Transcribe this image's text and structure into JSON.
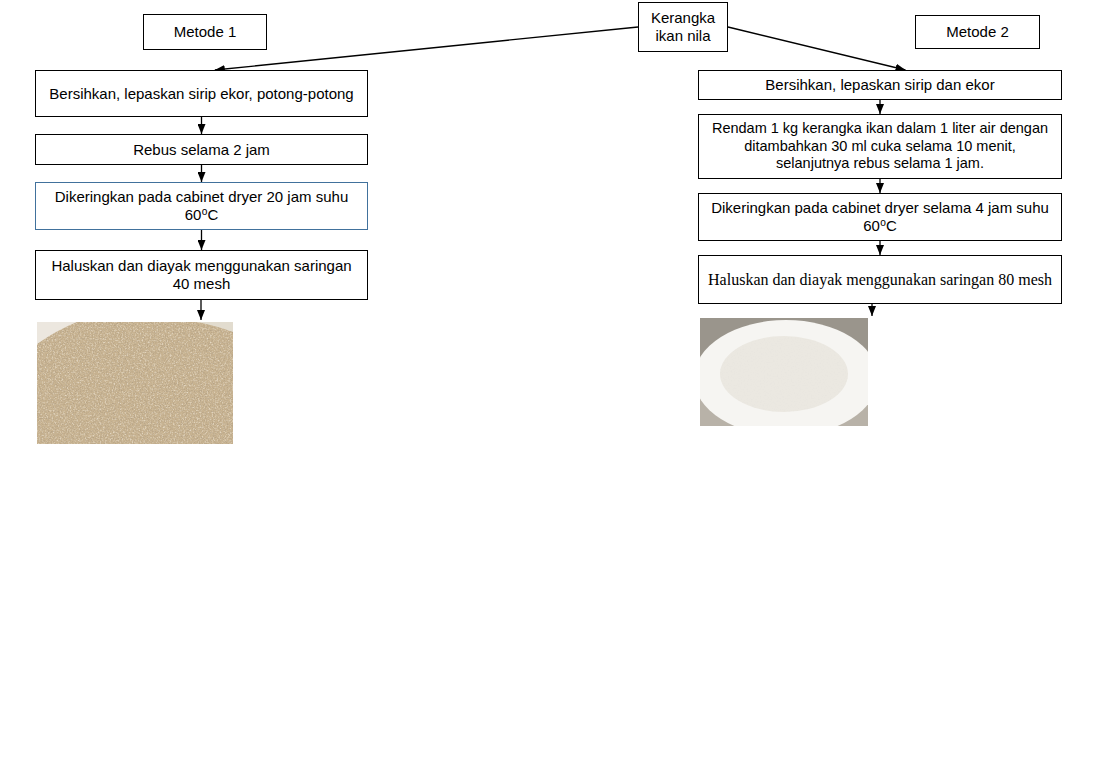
{
  "diagram": {
    "nodes": [
      {
        "text": [
          "Metode 1"
        ]
      },
      {
        "text": [
          "Kerangka ikan nila"
        ]
      },
      {
        "text": [
          "Metode 2"
        ]
      },
      {
        "text": [
          "Bersihkan, lepaskan sirip ekor, potong-potong"
        ]
      },
      {
        "text": [
          "Rebus selama 2 jam"
        ]
      },
      {
        "text": [
          "Dikeringkan pada cabinet dryer 20 jam suhu 60⁰C"
        ]
      },
      {
        "text": [
          "Haluskan dan diayak menggunakan saringan 40 mesh"
        ]
      },
      {
        "text": [
          "Bersihkan, lepaskan sirip dan ekor"
        ]
      },
      {
        "text": [
          "Rendam 1 kg kerangka ikan dalam 1 liter air dengan ditambahkan 30 ml cuka selama 10 menit, selanjutnya rebus selama 1 jam."
        ]
      },
      {
        "text": [
          "Dikeringkan pada cabinet dryer selama 4 jam suhu 60⁰C"
        ]
      },
      {
        "text": [
          "Haluskan dan diayak menggunakan saringan 80 mesh"
        ]
      }
    ],
    "edges": [
      {
        "from": 1,
        "to": 3,
        "arrow": "to"
      },
      {
        "from": 1,
        "to": 7,
        "arrow": "to"
      },
      {
        "from": 3,
        "to": 4,
        "arrow": "to"
      },
      {
        "from": 4,
        "to": 5,
        "arrow": "to"
      },
      {
        "from": 5,
        "to": 6,
        "arrow": "to"
      },
      {
        "from": 7,
        "to": 8,
        "arrow": "to"
      },
      {
        "from": 8,
        "to": 9,
        "arrow": "to"
      },
      {
        "from": 9,
        "to": 10,
        "arrow": "to"
      }
    ]
  }
}
